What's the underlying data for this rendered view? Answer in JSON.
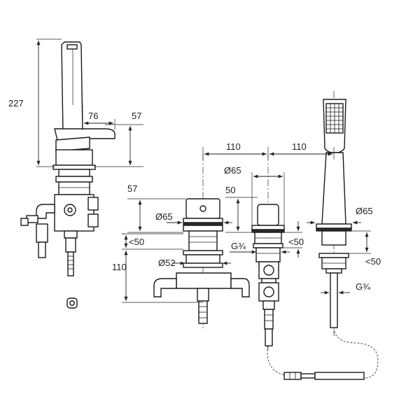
{
  "dimensions": {
    "height_227": "227",
    "reach_76": "76",
    "side_57": "57",
    "spacing_110_left": "110",
    "spacing_110_right": "110",
    "dia_65_top": "Ø65",
    "dia_65_right": "Ø65",
    "dim_57_mid": "57",
    "dia_65_mid": "Ø65",
    "dim_50_mid": "50",
    "lt50_left": "<50",
    "lt50_mid": "<50",
    "lt50_right": "<50",
    "thread_g34_mid": "G¾",
    "thread_g34_right": "G¾",
    "dim_110_vert": "110",
    "dia_52": "Ø52"
  }
}
